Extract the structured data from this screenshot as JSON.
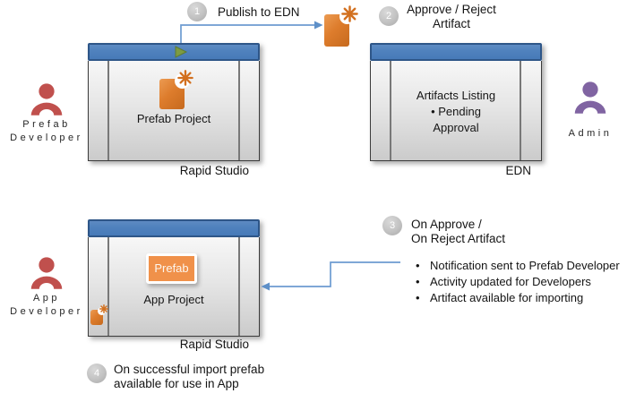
{
  "actors": [
    {
      "id": "prefab-developer",
      "lines": [
        "Prefab",
        "Developer"
      ],
      "color": "#c0504d"
    },
    {
      "id": "admin",
      "lines": [
        "Admin"
      ],
      "color": "#8064a2"
    },
    {
      "id": "app-developer",
      "lines": [
        "App",
        "Developer"
      ],
      "color": "#c0504d"
    }
  ],
  "windows": [
    {
      "id": "rapid-studio-prefab",
      "caption": "Rapid Studio",
      "label": "Prefab Project"
    },
    {
      "id": "edn",
      "caption": "EDN",
      "lines": [
        "Artifacts Listing",
        "•  Pending",
        "Approval"
      ]
    },
    {
      "id": "rapid-studio-app",
      "caption": "Rapid Studio",
      "chip": "Prefab",
      "label": "App Project"
    }
  ],
  "steps": [
    {
      "num": "1",
      "text": "Publish to EDN"
    },
    {
      "num": "2",
      "lines": [
        "Approve / Reject",
        "Artifact"
      ]
    },
    {
      "num": "3",
      "lines": [
        "On Approve /",
        "On Reject Artifact"
      ]
    },
    {
      "num": "4",
      "lines": [
        "On successful import prefab",
        "available for use in App"
      ]
    }
  ],
  "notes": [
    "Notification sent to Prefab Developer",
    "Activity updated for Developers",
    "Artifact available for importing"
  ],
  "icons": {
    "play-icon": "green right-pointing triangle",
    "artifact-document-icon": "orange document with star burst",
    "person-icon": "head and shoulders silhouette"
  },
  "colors": {
    "titlebar_blue": "#4f81bd",
    "titlebar_border": "#2e5688",
    "doc_orange": "#dd7c2c",
    "chip_orange": "#f0914a",
    "actor_red": "#c0504d",
    "actor_purple": "#8064a2",
    "connector_blue": "#6d9bd1",
    "badge_gray": "#c2c2c2",
    "play_green": "#7d9b43"
  }
}
